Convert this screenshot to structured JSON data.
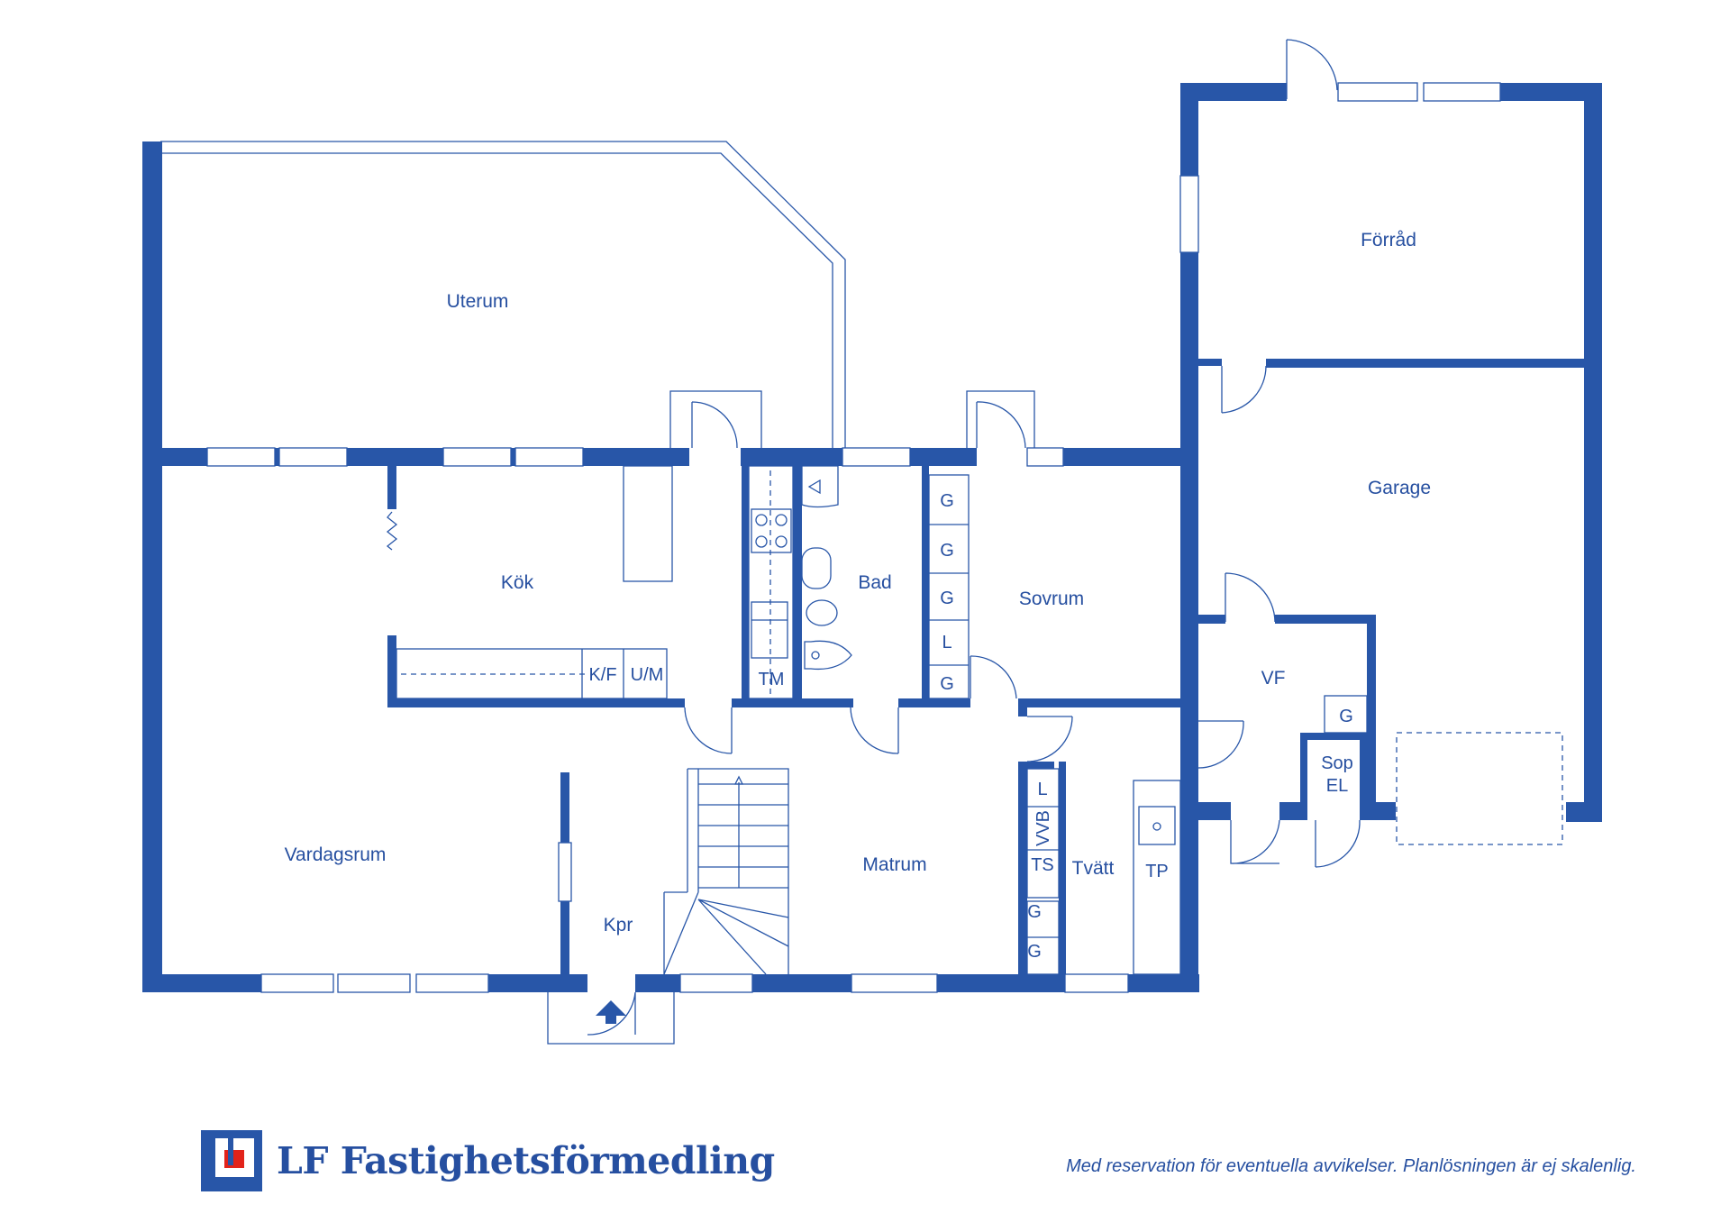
{
  "rooms": {
    "uterum": "Uterum",
    "forrad": "Förråd",
    "garage": "Garage",
    "kok": "Kök",
    "bad": "Bad",
    "sovrum": "Sovrum",
    "vf": "VF",
    "vardagsrum": "Vardagsrum",
    "matrum": "Matrum",
    "kpr": "Kpr",
    "tvatt": "Tvätt"
  },
  "fixtures": {
    "kf": "K/F",
    "um": "U/M",
    "tm": "TM",
    "g": "G",
    "l": "L",
    "vvb": "VVB",
    "ts": "TS",
    "tp": "TP",
    "sop": "Sop",
    "el": "EL"
  },
  "footer": {
    "brand": "LF Fastighetsförmedling",
    "disclaimer": "Med reservation för eventuella avvikelser. Planlösningen är ej skalenlig."
  },
  "colors": {
    "plan_blue": "#2856a8",
    "logo_red": "#e2231a"
  }
}
